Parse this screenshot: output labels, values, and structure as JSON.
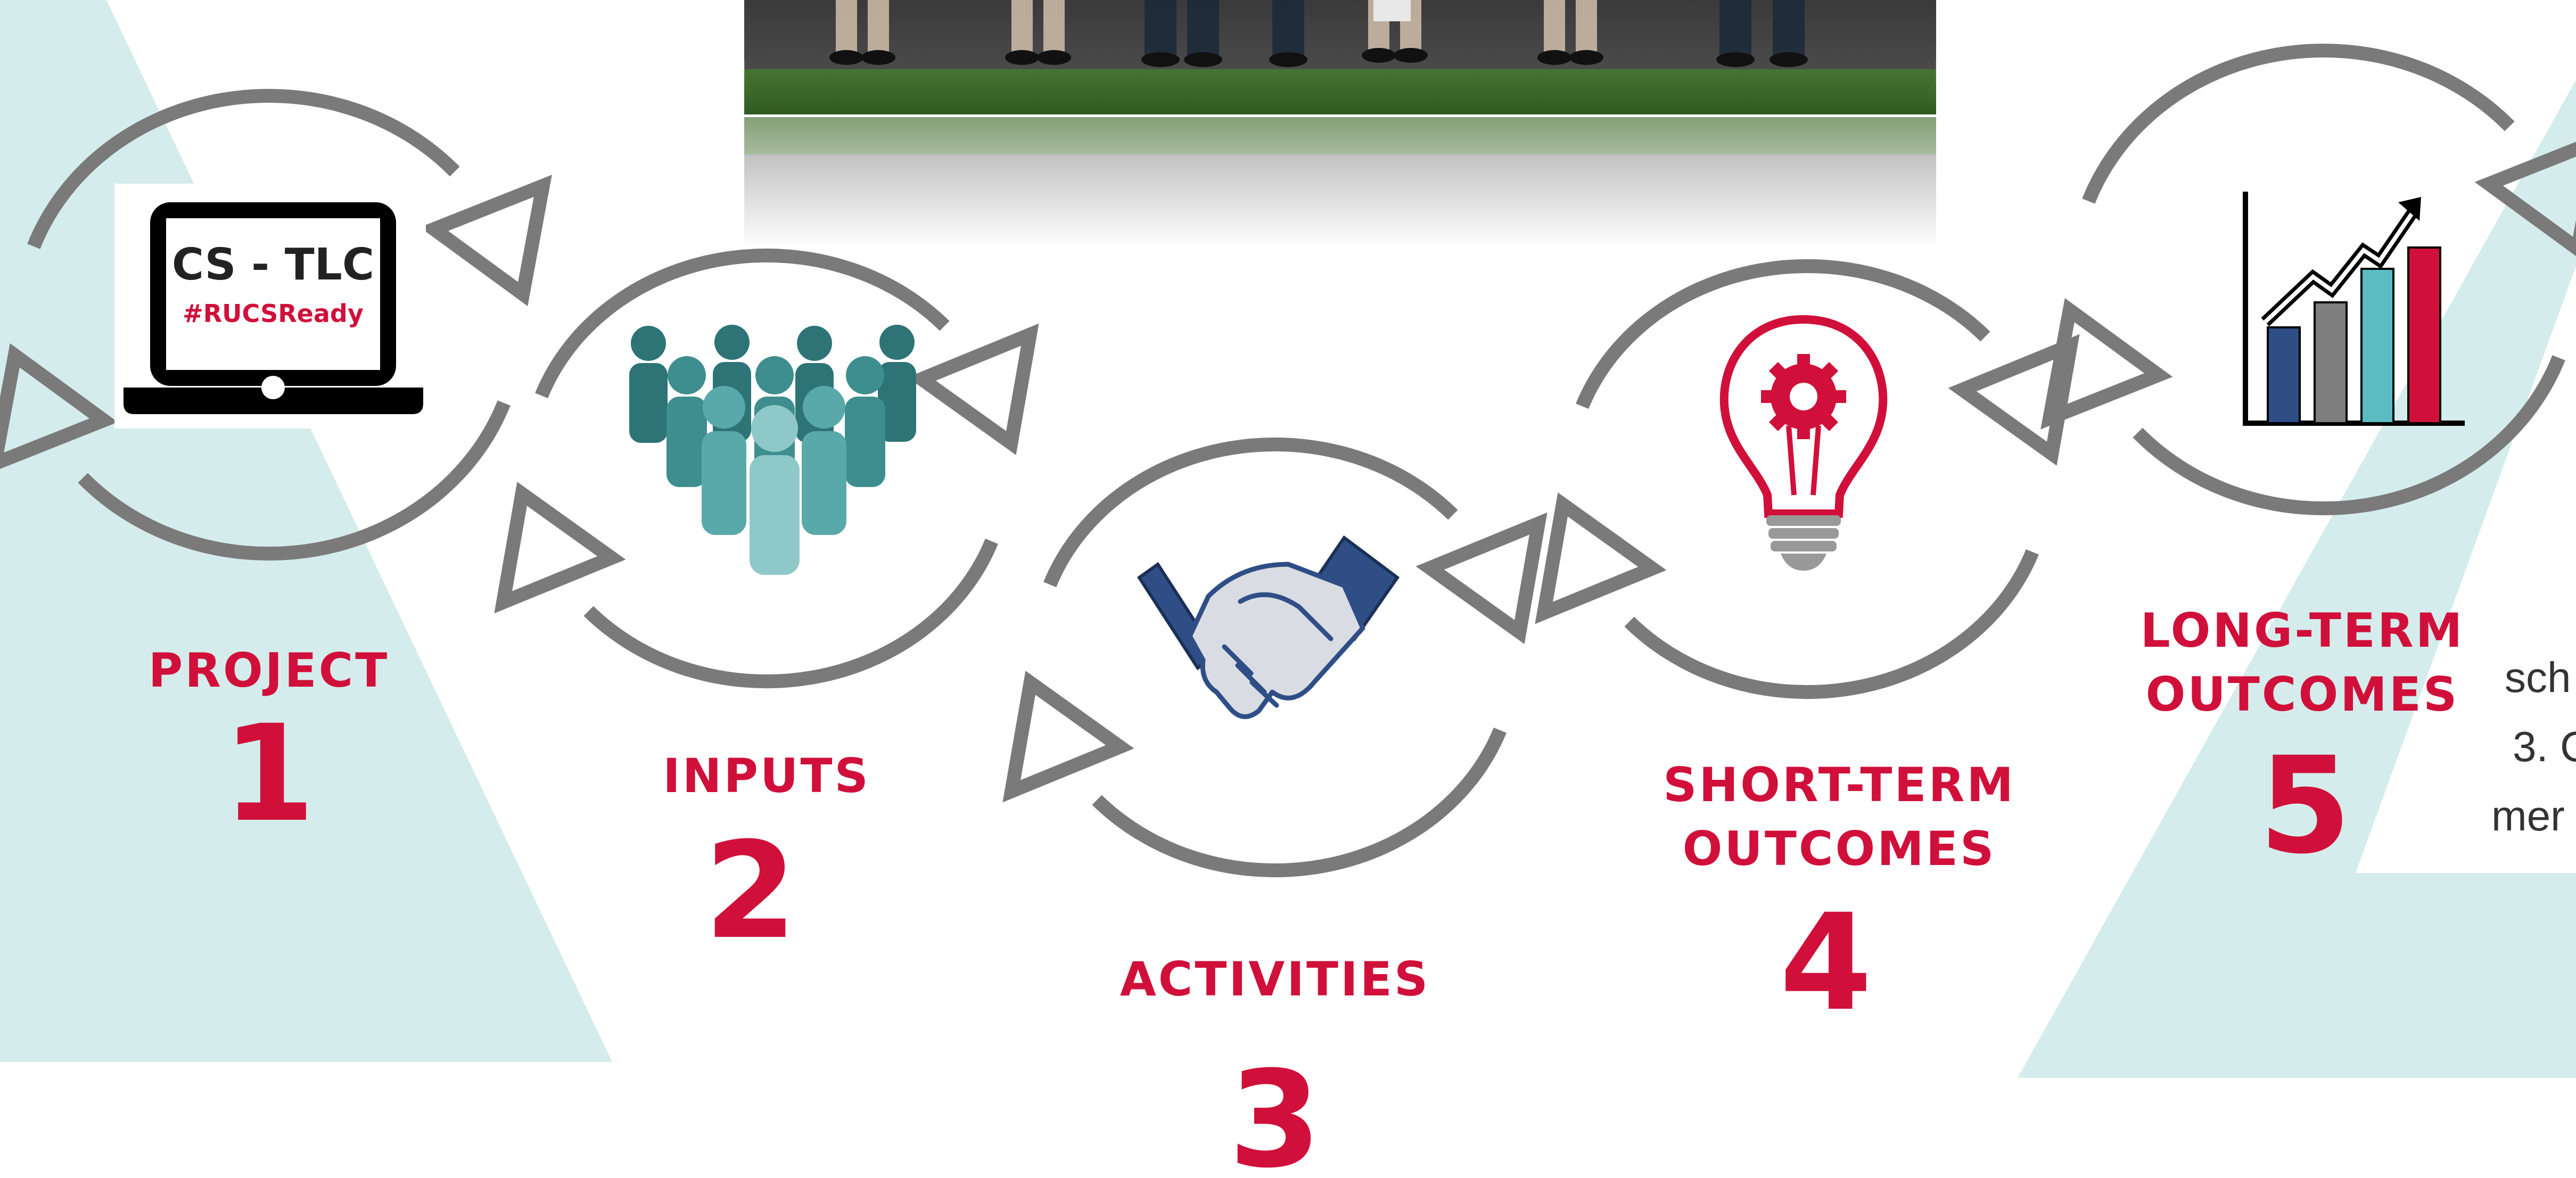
{
  "colors": {
    "accent": "#D0103A",
    "arrow": "#7A7A7A",
    "triangle_bg": "#D5ECEC",
    "navy": "#2F4E86",
    "teal": "#5BBDC2",
    "teal_dark": "#2E7476",
    "gray": "#7F7F7F",
    "laptop": "#000000"
  },
  "laptop_badge": {
    "title": "CS - TLC",
    "tag": "#RUCSReady"
  },
  "stages": [
    {
      "label": "PROJECT",
      "number": "1",
      "icon": "laptop-icon"
    },
    {
      "label": "INPUTS",
      "number": "2",
      "icon": "people-group-icon"
    },
    {
      "label": "ACTIVITIES",
      "number": "3",
      "icon": "handshake-icon"
    },
    {
      "label": "SHORT-TERM OUTCOMES",
      "label_line1": "SHORT-TERM",
      "label_line2": "OUTCOMES",
      "number": "4",
      "icon": "lightbulb-gear-icon"
    },
    {
      "label": "LONG-TERM OUTCOMES",
      "label_line1": "LONG-TERM",
      "label_line2": "OUTCOMES",
      "number": "5",
      "icon": "bar-chart-growth-icon"
    }
  ],
  "side_text": [
    "sch",
    "3. C",
    "mer"
  ]
}
